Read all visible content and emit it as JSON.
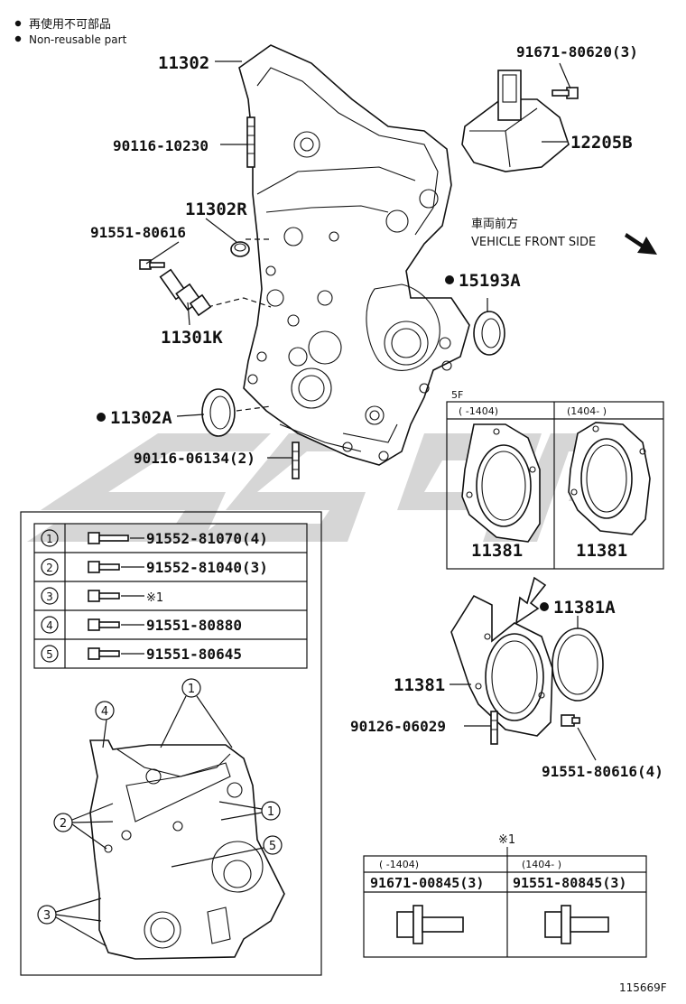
{
  "legend": {
    "dot_jp": "再使用不可部品",
    "dot_en": "Non-reusable part"
  },
  "watermark": "SL9L",
  "figure_id": "115669F",
  "direction": {
    "jp": "車両前方",
    "en": "VEHICLE FRONT SIDE"
  },
  "callouts": {
    "c11302": "11302",
    "c90116_10230": "90116-10230",
    "c11302R": "11302R",
    "c91551_80616": "91551-80616",
    "c11301K": "11301K",
    "c11302A": "11302A",
    "c90116_06134": "90116-06134(2)",
    "c91671_80620": "91671-80620(3)",
    "c12205B": "12205B",
    "c15193A": "15193A",
    "c11381A": "11381A",
    "c11381_main": "11381",
    "c90126_06029": "90126-06029",
    "c91551_80616_4": "91551-80616(4)"
  },
  "oil_seal_box": {
    "tag": "5F",
    "col1": "(    -1404)",
    "col2": "(1404-     )",
    "part1": "11381",
    "part2": "11381"
  },
  "bolt_table": {
    "rows": [
      {
        "num": "1",
        "part": "91552-81070(4)"
      },
      {
        "num": "2",
        "part": "91552-81040(3)"
      },
      {
        "num": "3",
        "part": "※1"
      },
      {
        "num": "4",
        "part": "91551-80880"
      },
      {
        "num": "5",
        "part": "91551-80645"
      }
    ]
  },
  "location_labels": [
    "4",
    "1",
    "2",
    "1",
    "5",
    "3"
  ],
  "note_box": {
    "mark": "※1",
    "col1": "(    -1404)",
    "col2": "(1404-     )",
    "part1": "91671-00845(3)",
    "part2": "91551-80845(3)"
  }
}
